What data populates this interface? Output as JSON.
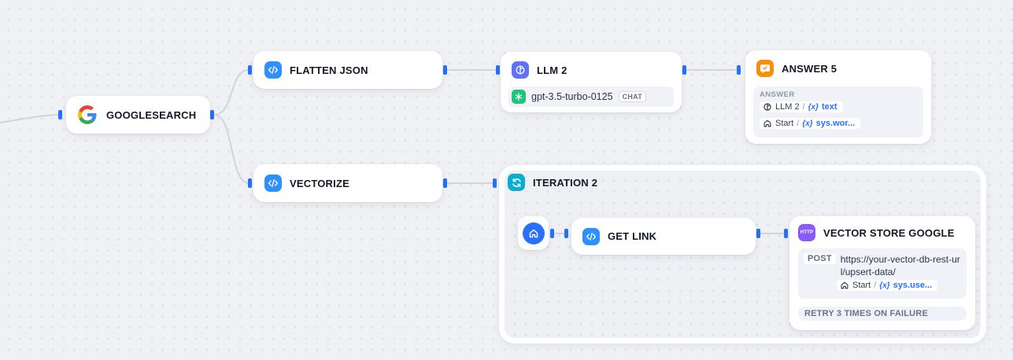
{
  "colors": {
    "canvas_bg": "#f0f1f5",
    "grid_dot": "#dfe1e9",
    "edge": "#d0d5dd",
    "handle": "#2970ff",
    "code_icon_bg": "#2E90FA",
    "llm_icon_bg": "#6172F3",
    "answer_icon_bg": "#F79009",
    "iteration_icon_bg": "#06AED4",
    "http_icon_bg": "#875BF7",
    "start_icon_bg": "#2970FF",
    "openai_icon_bg": "#1FC37D",
    "variable_text": "#2970FF"
  },
  "glyphs": {
    "slash": "/",
    "var_prefix": "{x}"
  },
  "nodes": {
    "googlesearch": {
      "title": "GOOGLESEARCH"
    },
    "flatten_json": {
      "title": "FLATTEN JSON"
    },
    "vectorize": {
      "title": "VECTORIZE"
    },
    "llm2": {
      "title": "LLM 2",
      "model_name": "gpt-3.5-turbo-0125",
      "model_mode": "CHAT"
    },
    "answer5": {
      "title": "ANSWER 5",
      "section_label": "ANSWER",
      "variables": [
        {
          "source": "LLM 2",
          "name": "text"
        },
        {
          "source": "Start",
          "name": "sys.wor..."
        }
      ]
    },
    "iteration2": {
      "title": "ITERATION 2"
    },
    "get_link": {
      "title": "GET LINK"
    },
    "vector_store_google": {
      "title": "VECTOR STORE GOOGLE",
      "icon_label": "HTTP",
      "method": "POST",
      "url": "https://your-vector-db-rest-url/upsert-data/",
      "variable": {
        "source": "Start",
        "name": "sys.use..."
      },
      "retry_label": "RETRY 3 TIMES ON FAILURE"
    }
  }
}
